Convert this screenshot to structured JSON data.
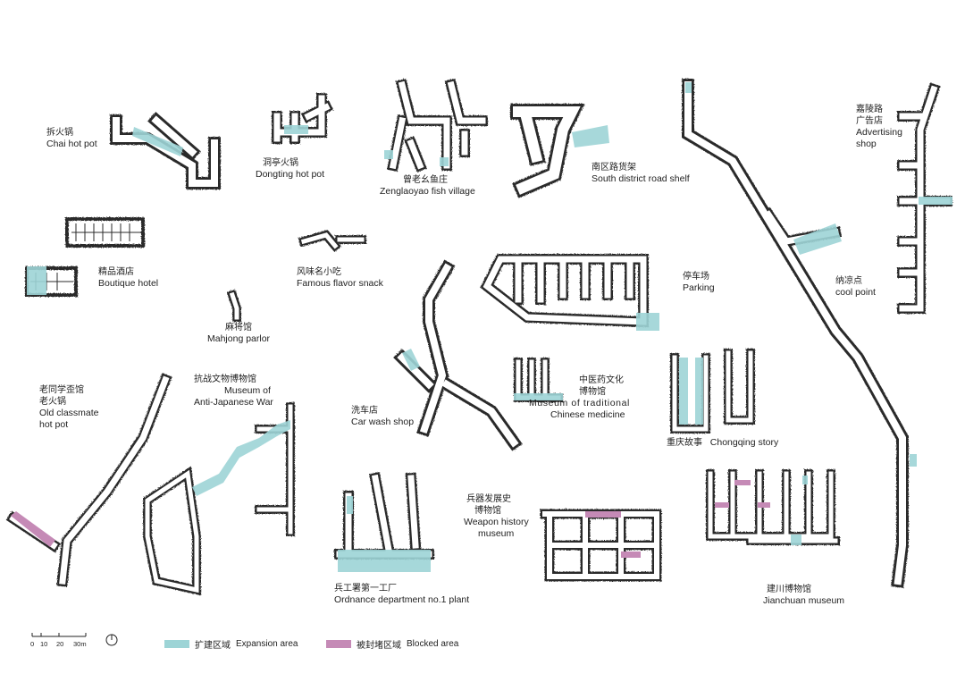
{
  "colors": {
    "expansion": "#9dd4d6",
    "blocked": "#c58ab6",
    "tunnel_edge": "#2b2b2b",
    "tunnel_fill": "#ffffff"
  },
  "labels": {
    "chai_hot_pot": {
      "zh": "拆火锅",
      "en": "Chai hot pot"
    },
    "dongting_hot_pot": {
      "zh": "洞亭火锅",
      "en": "Dongting hot pot"
    },
    "zenglaoyao": {
      "zh": "曾老幺鱼庄",
      "en": "Zenglaoyao fish village"
    },
    "south_district": {
      "zh": "南区路货架",
      "en": "South district road shelf"
    },
    "advertising_shop": {
      "zh1": "嘉陵路",
      "zh2": "广告店",
      "en1": "Advertising",
      "en2": "shop"
    },
    "boutique_hotel": {
      "zh": "精品酒店",
      "en": "Boutique hotel"
    },
    "famous_flavor": {
      "zh": "风味名小吃",
      "en": "Famous flavor snack"
    },
    "parking": {
      "zh": "停车场",
      "en": "Parking"
    },
    "cool_point": {
      "zh": "纳凉点",
      "en": "cool point"
    },
    "mahjong": {
      "zh": "麻将馆",
      "en": "Mahjong parlor"
    },
    "old_classmate": {
      "zh1": "老同学歪馆",
      "zh2": "老火锅",
      "en1": "Old classmate",
      "en2": "hot pot"
    },
    "anti_japanese": {
      "zh": "抗战文物博物馆",
      "en1": "Museum of",
      "en2": "Anti-Japanese War"
    },
    "car_wash": {
      "zh": "洗车店",
      "en": "Car wash shop"
    },
    "chinese_medicine": {
      "zh1": "中医药文化",
      "zh2": "博物馆",
      "en1": "Museum of traditional",
      "en2": "Chinese medicine"
    },
    "chongqing_story": {
      "zh": "重庆故事",
      "en": "Chongqing story"
    },
    "weapon_history": {
      "zh1": "兵器发展史",
      "zh2": "博物馆",
      "en1": "Weapon history",
      "en2": "museum"
    },
    "ordnance": {
      "zh": "兵工署第一工厂",
      "en": "Ordnance department no.1 plant"
    },
    "jianchuan": {
      "zh": "建川博物馆",
      "en": "Jianchuan museum"
    }
  },
  "legend": {
    "expansion": {
      "zh": "扩建区域",
      "en": "Expansion area"
    },
    "blocked": {
      "zh": "被封堵区域",
      "en": "Blocked area"
    }
  },
  "scale_bar": {
    "ticks": [
      "0",
      "10",
      "20",
      "30m"
    ]
  },
  "north_icon": "north-arrow-icon"
}
